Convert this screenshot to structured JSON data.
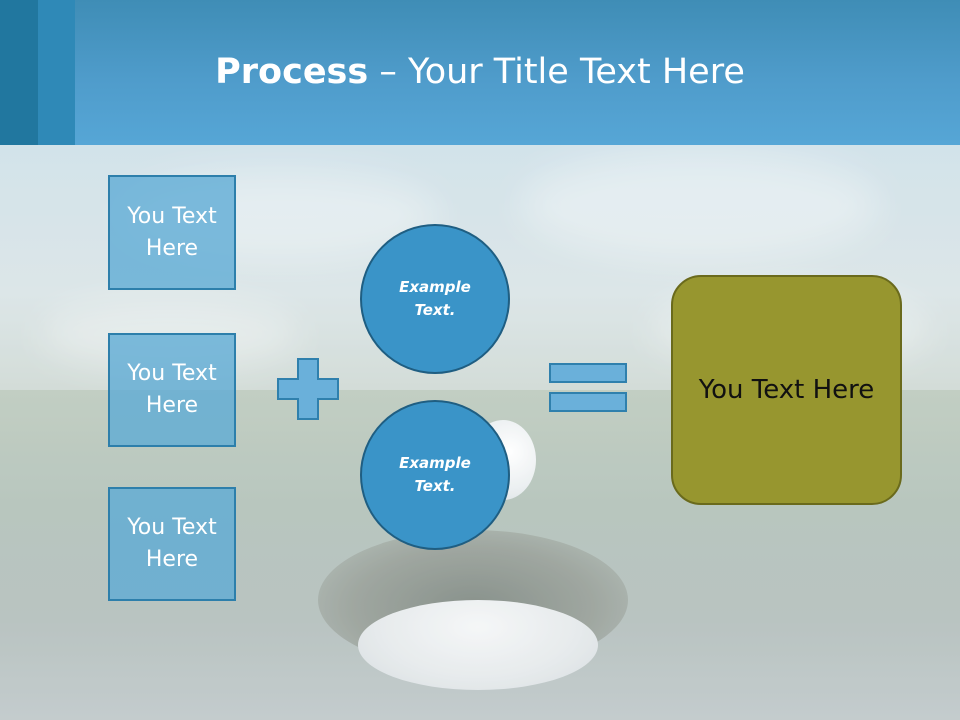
{
  "title": {
    "bold": "Process",
    "rest": " – Your Title Text Here"
  },
  "left_boxes": [
    "You Text\nHere",
    "You Text\nHere",
    "You Text\nHere"
  ],
  "circles": [
    "Example\nText.",
    "Example\nText."
  ],
  "result_box": "You Text Here",
  "colors": {
    "header": "#4f9ccb",
    "box_fill": "#5caad5",
    "circle_fill": "#3a94c8",
    "result_fill": "#97962f"
  },
  "icons": [
    "plus-icon",
    "equals-icon"
  ]
}
